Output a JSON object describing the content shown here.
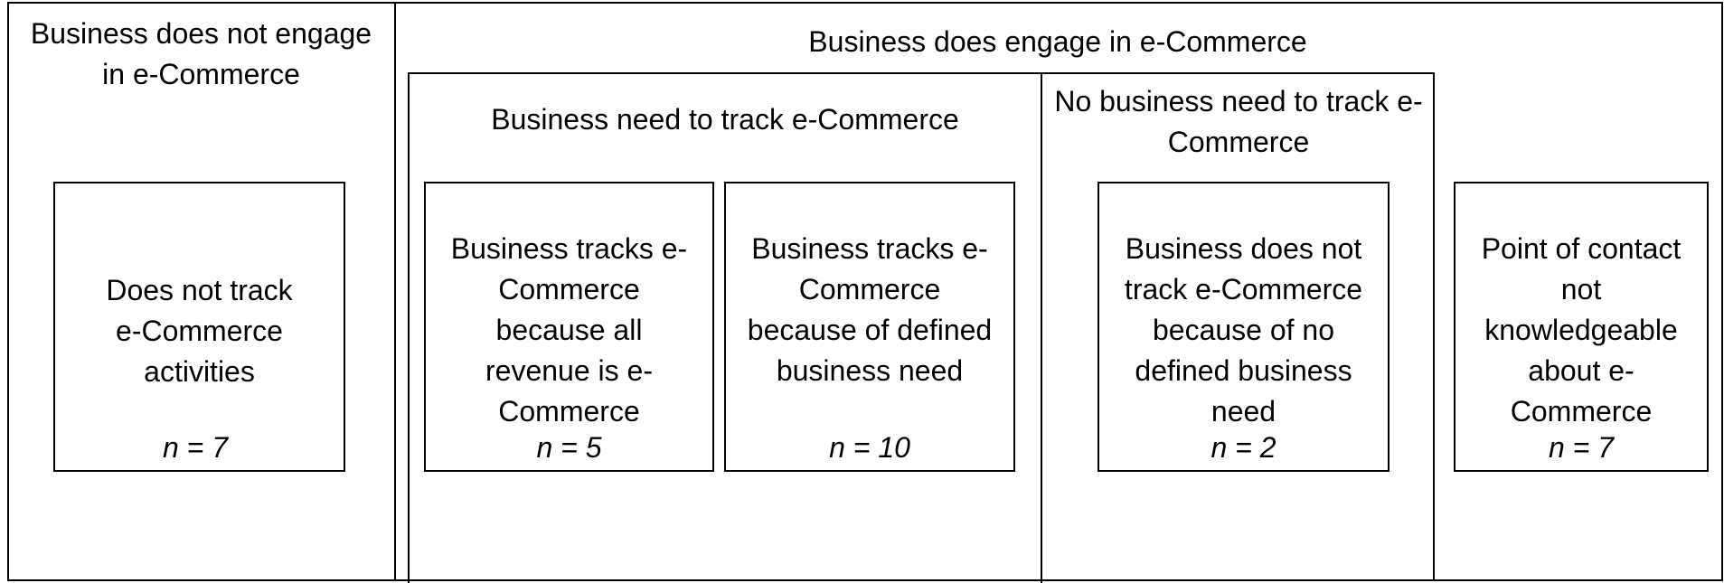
{
  "groups": {
    "not_engage": {
      "title": "Business does not engage in e-Commerce"
    },
    "engage": {
      "title": "Business does engage in e-Commerce"
    },
    "need_track": {
      "title": "Business need to track e-Commerce"
    },
    "no_need_track": {
      "title": "No business need to track e-Commerce"
    }
  },
  "boxes": [
    {
      "text": "Does not track e-Commerce activities",
      "n": "n = 7"
    },
    {
      "text": "Business tracks e-Commerce because all revenue is e-Commerce",
      "n": "n = 5"
    },
    {
      "text": "Business tracks e-Commerce because of defined business need",
      "n": "n = 10"
    },
    {
      "text": "Business does not track e-Commerce because of no defined business need",
      "n": "n = 2"
    },
    {
      "text": "Point of contact not knowledgeable about e-Commerce",
      "n": "n = 7"
    }
  ]
}
